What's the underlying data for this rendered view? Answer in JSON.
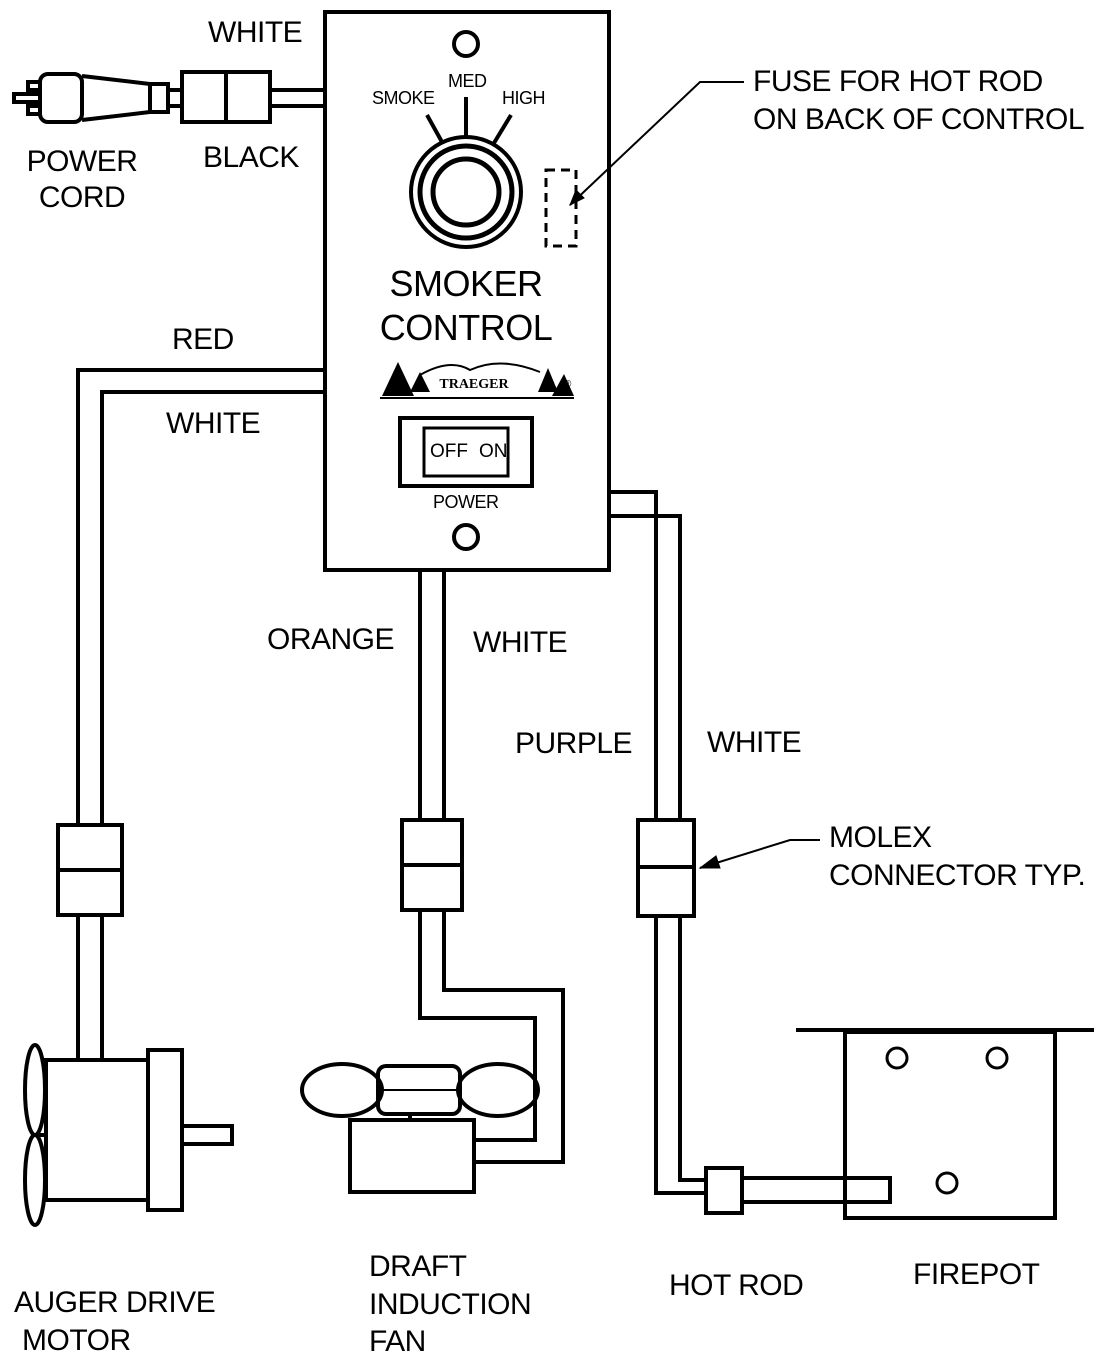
{
  "wire_labels": {
    "power_top": "WHITE",
    "power_bottom": "BLACK",
    "auger_red": "RED",
    "auger_white": "WHITE",
    "fan_orange": "ORANGE",
    "fan_white": "WHITE",
    "hotrod_purple": "PURPLE",
    "hotrod_white": "WHITE"
  },
  "power_cord": {
    "line1": "POWER",
    "line2": "CORD"
  },
  "control": {
    "title_line1": "SMOKER",
    "title_line2": "CONTROL",
    "dial": {
      "smoke": "SMOKE",
      "med": "MED",
      "high": "HIGH"
    },
    "brand": "TRAEGER",
    "registered": "®",
    "switch_off": "OFF",
    "switch_on": "ON",
    "switch_caption": "POWER"
  },
  "callouts": {
    "fuse_line1": "FUSE FOR HOT ROD",
    "fuse_line2": "ON BACK OF CONTROL",
    "molex_line1": "MOLEX",
    "molex_line2": "CONNECTOR TYP."
  },
  "components": {
    "auger_line1": "AUGER DRIVE",
    "auger_line2": "MOTOR",
    "fan_line1": "DRAFT",
    "fan_line2": "INDUCTION",
    "fan_line3": "FAN",
    "hot_rod": "HOT ROD",
    "firepot": "FIREPOT"
  }
}
